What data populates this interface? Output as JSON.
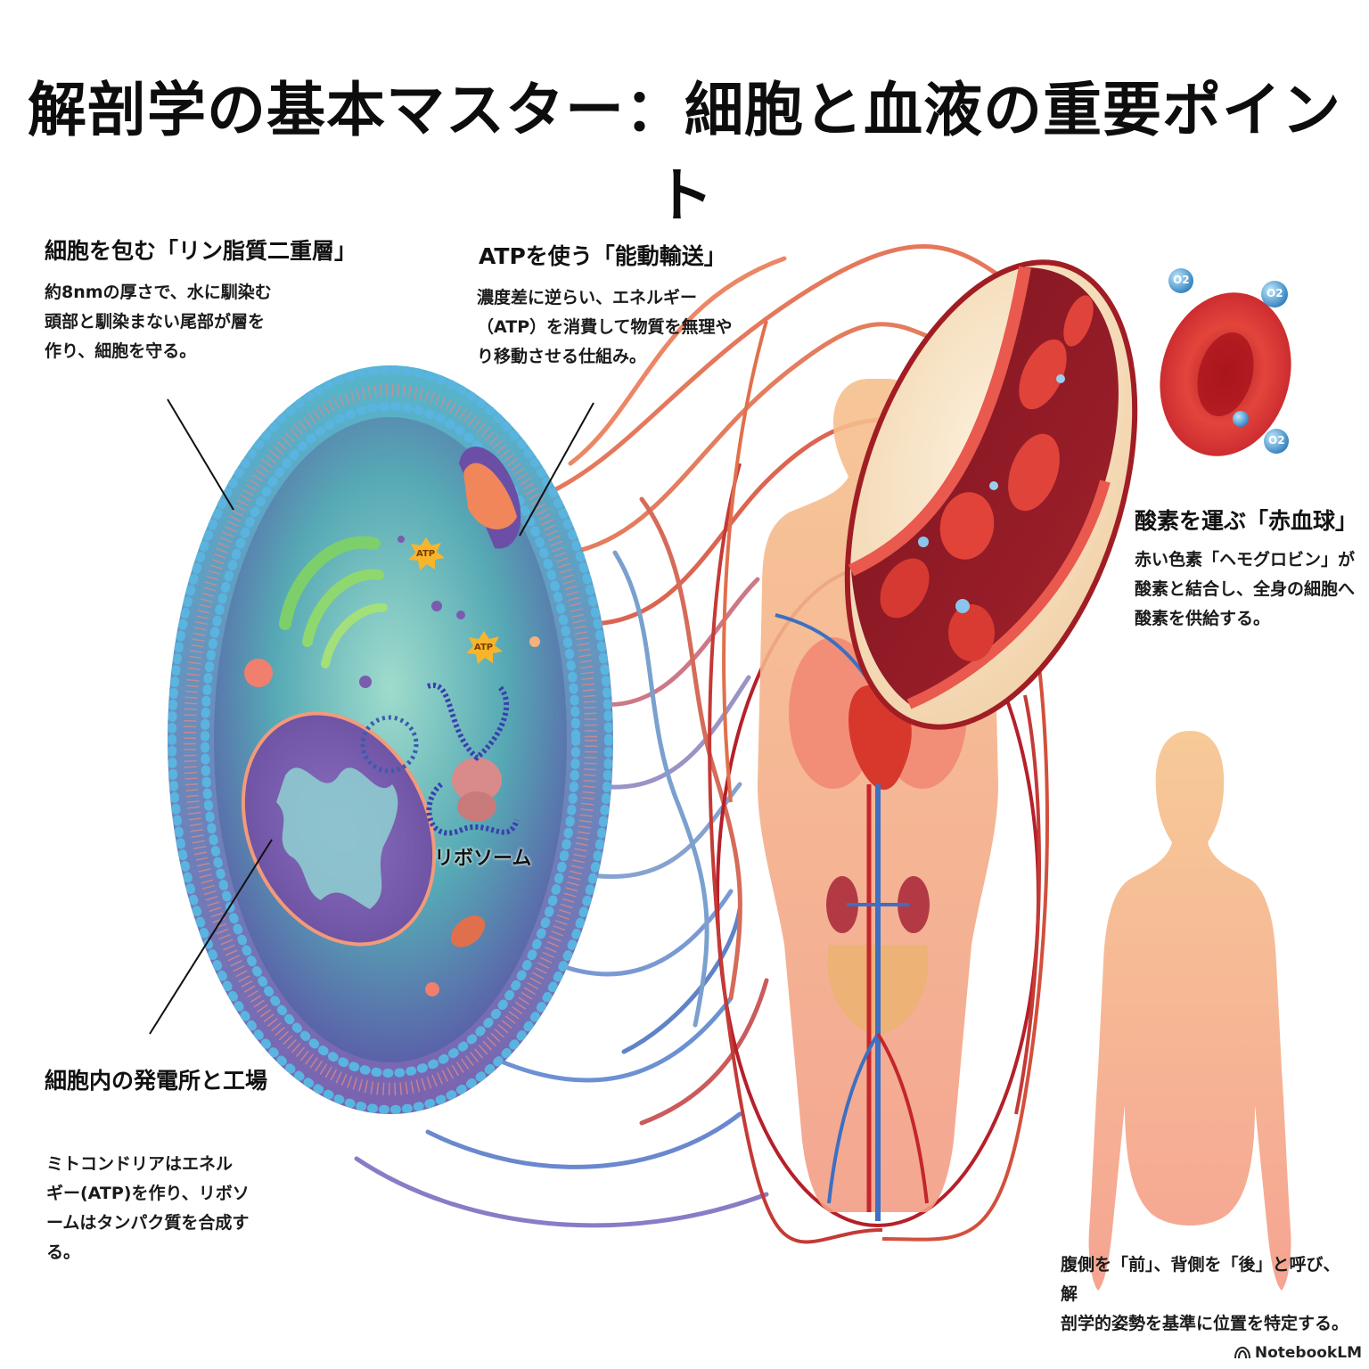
{
  "title": "解剖学の基本マスター：細胞と血液の重要ポイント",
  "sections": {
    "membrane": {
      "heading": "細胞を包む「リン脂質二重層」",
      "lines": [
        "約8nmの厚さで、水に馴染む",
        "頭部と馴染まない尾部が層を",
        "作り、細胞を守る。"
      ]
    },
    "active_transport": {
      "heading": "ATPを使う「能動輸送」",
      "lines": [
        "濃度差に逆らい、エネルギー",
        "（ATP）を消費して物質を無理や",
        "り移動させる仕組み。"
      ]
    },
    "organelles": {
      "heading": "細胞内の発電所と工場",
      "lines": [
        "ミトコンドリアはエネル",
        "ギー(ATP)を作り、リボソ",
        "ームはタンパク質を合成す",
        "る。"
      ]
    },
    "red_blood_cell": {
      "heading": "酸素を運ぶ「赤血球」",
      "lines": [
        "赤い色素「ヘモグロビン」が",
        "酸素と結合し、全身の細胞へ",
        "酸素を供給する。"
      ]
    },
    "anatomical_position": {
      "lines": [
        "腹側を「前」、背側を「後」と呼び、解",
        "剖学的姿勢を基準に位置を特定する。"
      ]
    }
  },
  "labels": {
    "ribosome": "リボソーム",
    "atp": "ATP",
    "oxygen": "O2"
  },
  "brand": "NotebookLM",
  "icons": [
    "notebooklm-logo-icon",
    "atp-star-icon",
    "oxygen-bubble-icon"
  ],
  "colors": {
    "membrane_head": "#4aa8d8",
    "cytoplasm": "#5fb7b0",
    "blood_red": "#c9252d",
    "vessel_blue": "#4d7fc4",
    "body_skin": "#f4b484"
  }
}
